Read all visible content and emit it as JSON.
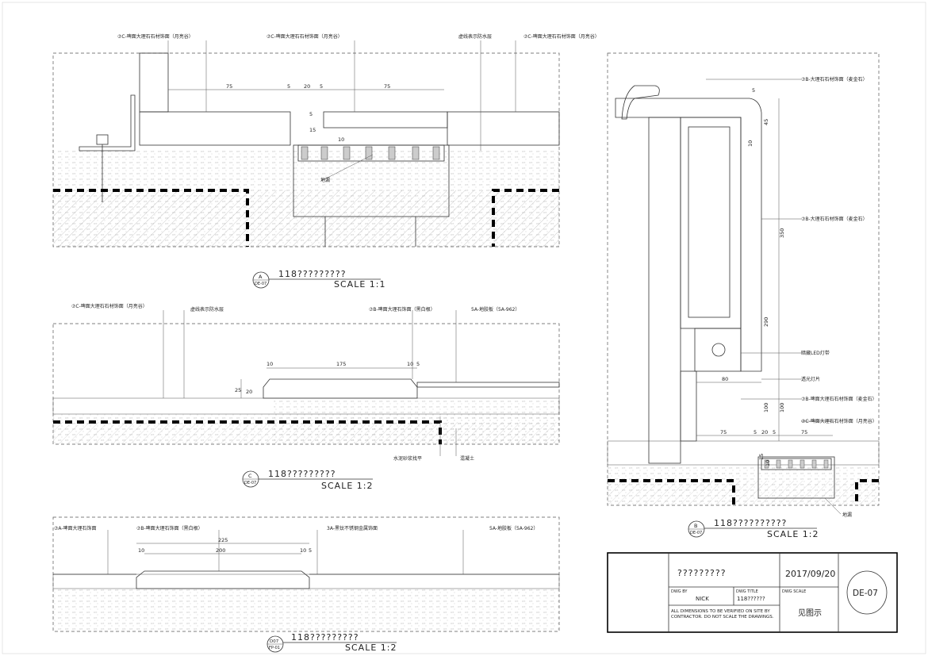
{
  "detailA": {
    "bubble_letter": "A",
    "bubble_ref": "DE-07",
    "title": "118?????????",
    "scale": "SCALE 1:1",
    "callout_left": "⑦C-啤面大理石石材饰面（月亮谷）",
    "callout_mid": "⑦C-啤面大理石石材饰面（月亮谷）",
    "callout_waterproof": "虚线表示防水层",
    "callout_right": "⑦C-啤面大理石石材饰面（月亮谷）",
    "floor_drain": "地漏",
    "dims": [
      "75",
      "5",
      "20",
      "5",
      "75",
      "5",
      "15",
      "10"
    ]
  },
  "detailC": {
    "bubble_letter": "C",
    "bubble_ref": "DE-07",
    "title": "118?????????",
    "scale": "SCALE 1:2",
    "callout_left": "⑦C-啤面大理石石材饰面（月亮谷）",
    "callout_waterproof": "虚线表示防水层",
    "callout_mid": "⑦B-啤面大理石饰面（黑白根）",
    "callout_right": "5A-地胶板（5A-962）",
    "callout_mortar": "水泥砂浆找平",
    "callout_concrete": "混凝土",
    "dims": [
      "10",
      "175",
      "10",
      "5",
      "25",
      "20"
    ]
  },
  "detailD": {
    "bubble_letter": "D07",
    "bubble_ref": "FP-01",
    "title": "118?????????",
    "scale": "SCALE 1:2",
    "callout_left": "⑦A-啤面大理石饰面",
    "callout_mid": "⑦B-啤面大理石饰面（黑白根）",
    "callout_steel": "3A-黑钛不锈钢金属饰面",
    "callout_right": "5A-地胶板（5A-962）",
    "dims": [
      "225",
      "200",
      "10",
      "10",
      "5"
    ]
  },
  "detailB": {
    "bubble_letter": "B",
    "bubble_ref": "DE-07",
    "title": "118??????????",
    "scale": "SCALE 1:2",
    "callout_1": "⑦B-大理石石材饰面（麦金石）",
    "callout_2": "⑦B-大理石石材饰面（麦金石）",
    "callout_led": "暗藏LED灯带",
    "callout_glass": "透光灯片",
    "callout_3": "⑦B-啤面大理石石材饰面（麦金石）",
    "callout_4": "⑦C-啤面大理石石材饰面（月亮谷）",
    "floor_drain": "地漏",
    "dims": [
      "5",
      "45",
      "10",
      "350",
      "290",
      "80",
      "100",
      "100",
      "75",
      "5",
      "20",
      "5",
      "75",
      "15",
      "10"
    ]
  },
  "titleBlock": {
    "project": "?????????",
    "date": "2017/09/20",
    "dwg_by_label": "DWG BY",
    "dwg_by": "NICK",
    "dwg_title_label": "DWG TITLE",
    "dwg_title": "118??????",
    "dwg_scale_label": "DWG SCALE",
    "dwg_scale": "见图示",
    "note": "ALL DIMENSIONS TO BE VERIFIED ON SITE BY CONTRACTOR. DO NOT SCALE THE DRAWINGS.",
    "sheet_no": "DE-07"
  }
}
